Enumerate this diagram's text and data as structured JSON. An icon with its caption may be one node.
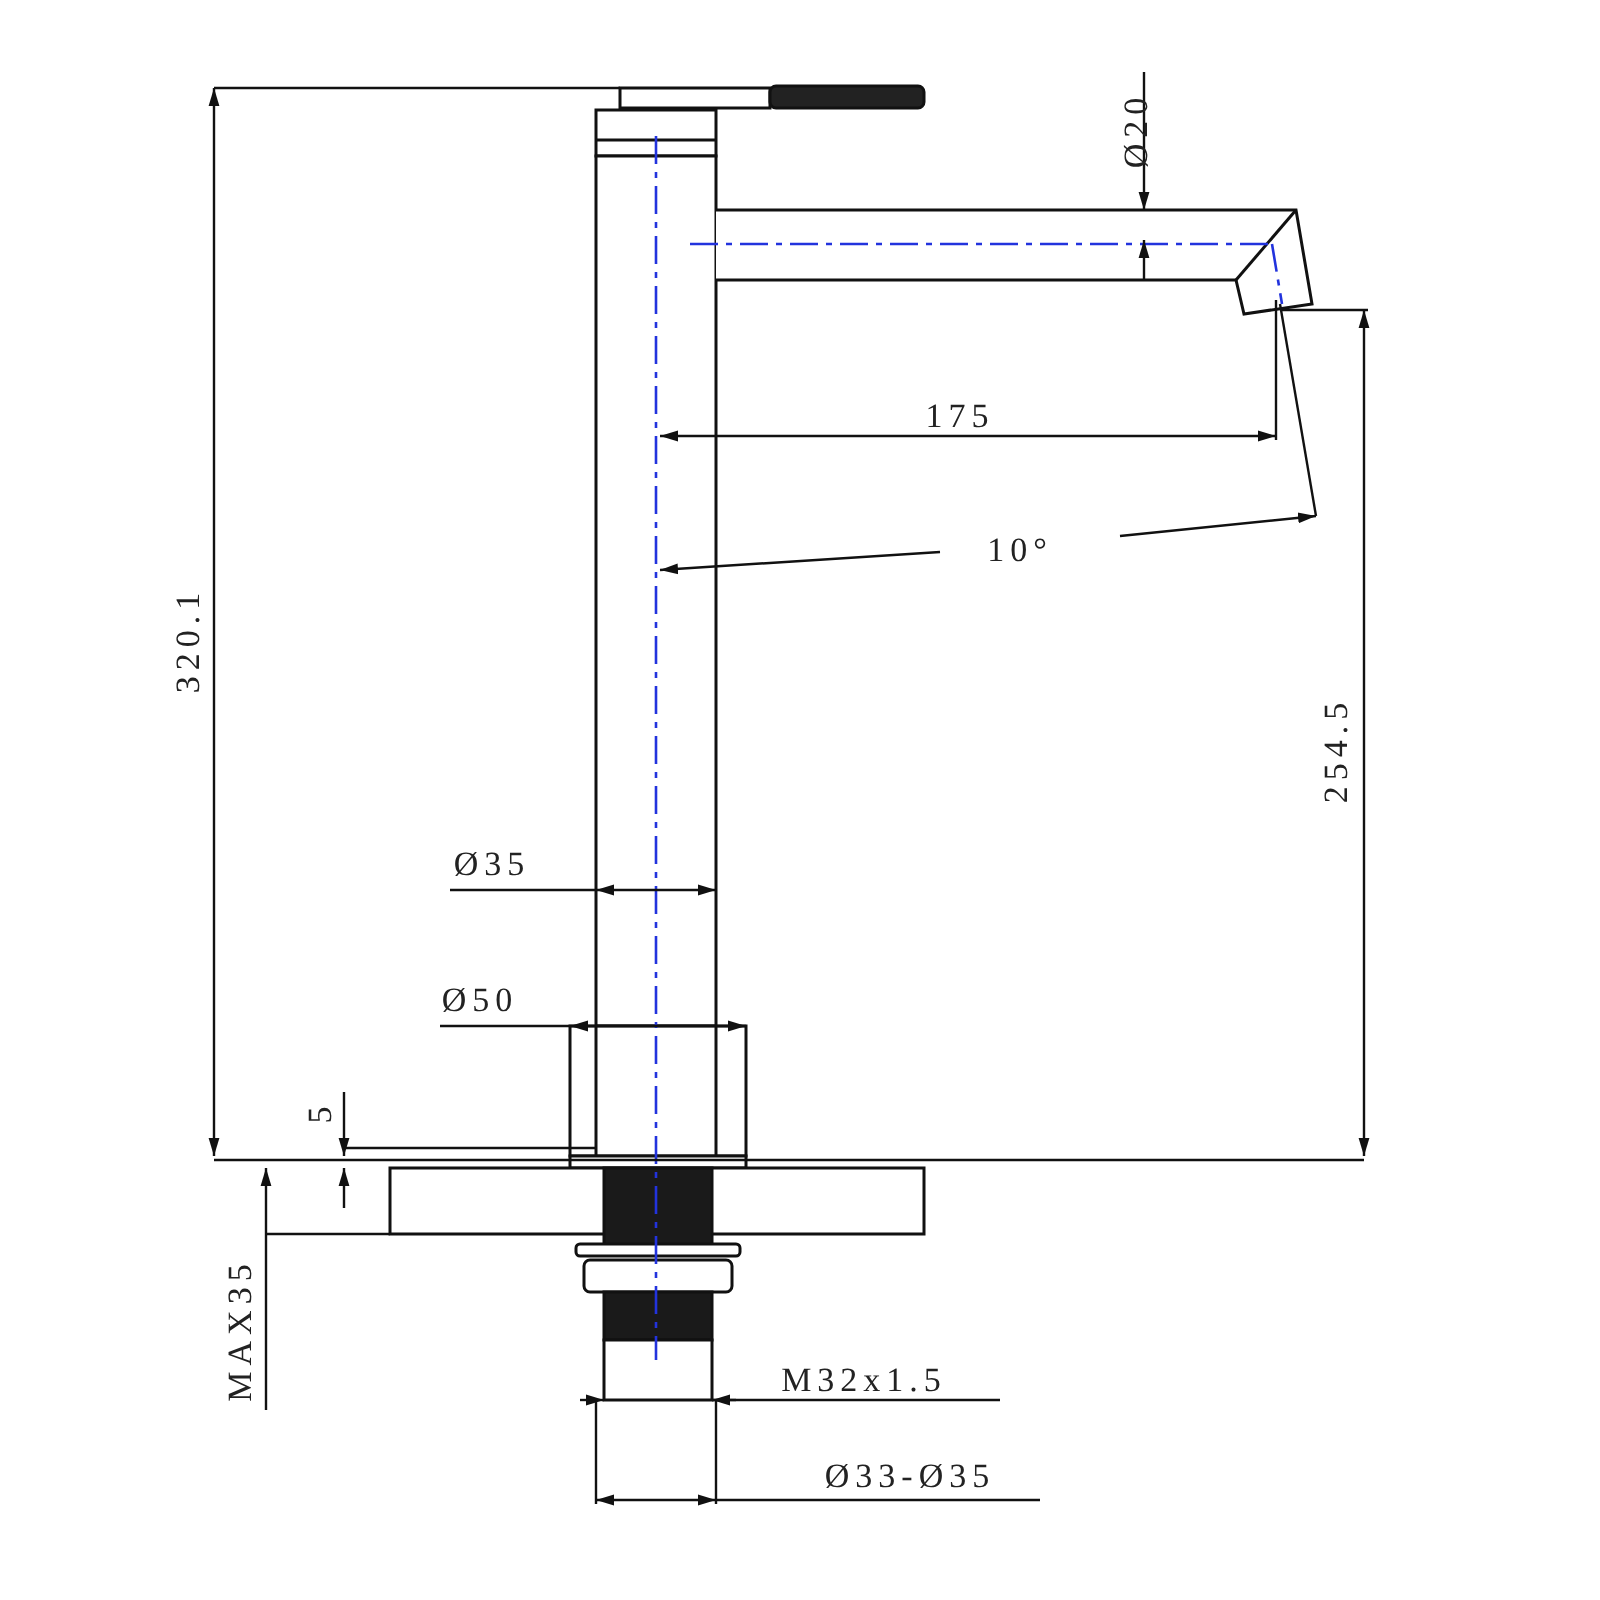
{
  "diagram": {
    "labels": [
      "Ø20",
      "175",
      "10°",
      "320.1",
      "254.5",
      "Ø35",
      "Ø50",
      "5",
      "MAX35",
      "M32x1.5",
      "Ø33-Ø35"
    ]
  }
}
